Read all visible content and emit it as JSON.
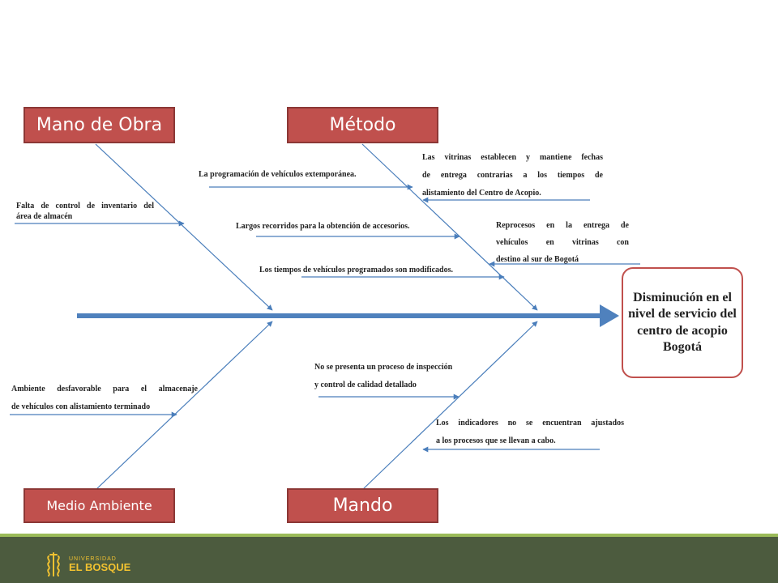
{
  "categories": {
    "mano_de_obra": "Mano de Obra",
    "metodo": "Método",
    "medio_ambiente": "Medio Ambiente",
    "mando": "Mando"
  },
  "effect": "Disminución en el nivel de servicio del centro de acopio Bogotá",
  "causes": {
    "falta_control_1": "Falta de control de inventario del",
    "falta_control_2": "área de almacén",
    "programacion": "La programación de vehículos extemporánea.",
    "largos_recorridos": "Largos recorridos para la obtención de accesorios.",
    "tiempos_modificados": "Los tiempos de vehículos programados son modificados.",
    "vitrinas_1": "Las vitrinas establecen y mantiene fechas",
    "vitrinas_2": "de entrega contrarias a los tiempos de",
    "vitrinas_3": "alistamiento del Centro de Acopio.",
    "reprocesos_1": "Reprocesos en la entrega de",
    "reprocesos_2": "vehículos en vitrinas con",
    "reprocesos_3": "destino al sur de Bogotá",
    "ambiente_1": "Ambiente desfavorable para el almacenaje",
    "ambiente_2": "de vehículos con alistamiento terminado",
    "inspeccion_1": "No se presenta un proceso de inspección",
    "inspeccion_2": "y control de calidad detallado",
    "indicadores_1": "Los indicadores no se encuentran ajustados",
    "indicadores_2": "a los procesos que se llevan a cabo."
  },
  "footer": {
    "logo_top": "UNIVERSIDAD",
    "logo_bottom": "EL BOSQUE"
  },
  "colors": {
    "category_fill": "#c0504d",
    "spine": "#4f81bd",
    "bone": "#4a7ebb",
    "footer_band": "#4c5b3e",
    "footer_accent": "#9bbb59",
    "logo": "#f2c230"
  }
}
